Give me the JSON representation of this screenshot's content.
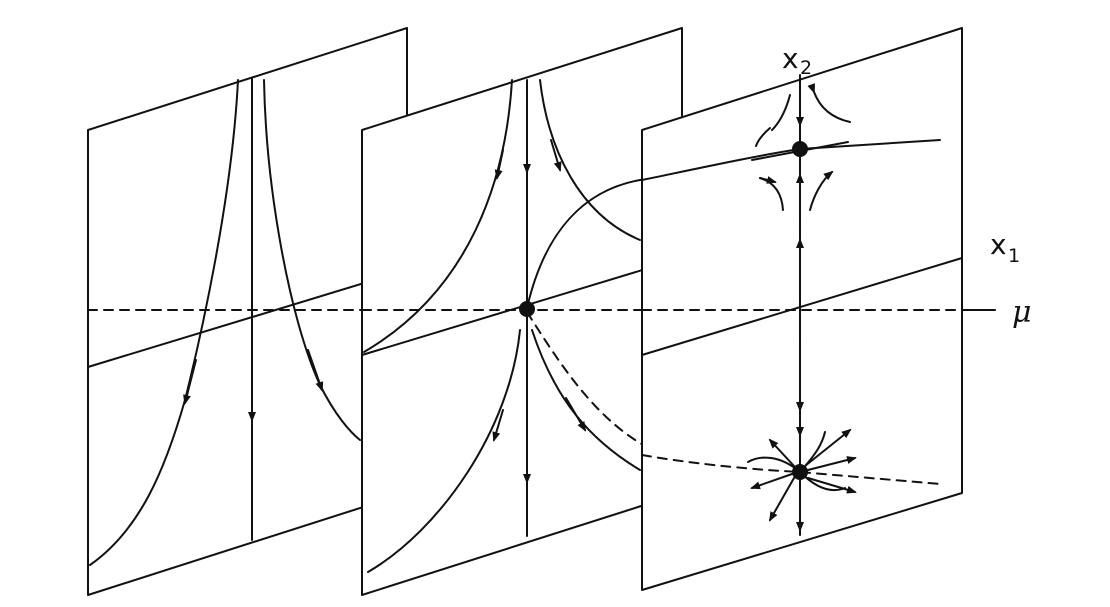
{
  "labels": {
    "x2": {
      "main": "x",
      "sub": "2"
    },
    "x1": {
      "main": "x",
      "sub": "1"
    },
    "mu": "μ"
  },
  "colors": {
    "ink": "#111111",
    "paper": "#ffffff"
  }
}
